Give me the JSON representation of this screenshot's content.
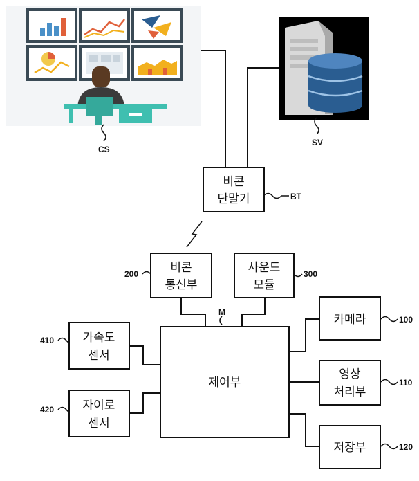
{
  "nodes": {
    "cs": {
      "ref": "CS"
    },
    "sv": {
      "ref": "SV"
    },
    "bt": {
      "line1": "비콘",
      "line2": "단말기",
      "ref": "BT"
    },
    "beacon_comm": {
      "line1": "비콘",
      "line2": "통신부",
      "ref": "200"
    },
    "sound": {
      "line1": "사운드",
      "line2": "모듈",
      "ref": "300"
    },
    "bus": {
      "ref": "M"
    },
    "control": {
      "label": "제어부"
    },
    "camera": {
      "label": "카메라",
      "ref": "100"
    },
    "image_proc": {
      "line1": "영상",
      "line2": "처리부",
      "ref": "110"
    },
    "storage": {
      "label": "저장부",
      "ref": "120"
    },
    "accel": {
      "line1": "가속도",
      "line2": "센서",
      "ref": "410"
    },
    "gyro": {
      "line1": "자이로",
      "line2": "센서",
      "ref": "420"
    }
  },
  "colors": {
    "ink": "#111111",
    "monitor_frame": "#3a4a55",
    "desk": "#3fbfb0",
    "server_body": "#d9d9d9",
    "database": "#2a5d91"
  },
  "icons": {
    "cs": "monitoring-station-icon",
    "sv": "server-database-icon",
    "wireless": "lightning-signal-icon"
  }
}
